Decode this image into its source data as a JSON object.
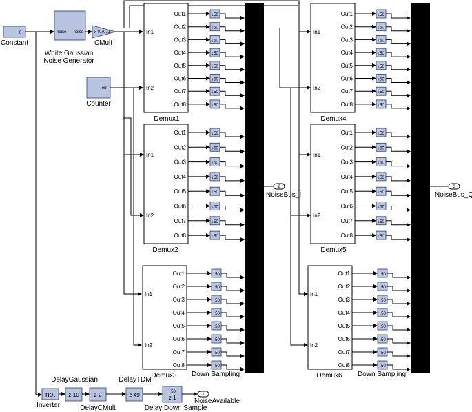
{
  "blocks": {
    "constant": {
      "label": "Constant",
      "port": "0"
    },
    "wgn": {
      "label_line1": "White Gaussian",
      "label_line2": "Noise Generator",
      "port_in": "noise",
      "port_out": "noise"
    },
    "cmult": {
      "label": "CMult",
      "value": "x 0.7071"
    },
    "counter": {
      "label": "Counter",
      "port": "out"
    },
    "inverter": {
      "label": "Inverter",
      "text": "not"
    },
    "delay_gaussian": {
      "label": "DelayGaussian",
      "text": "z-10"
    },
    "delay_cmult": {
      "label": "DelayCMult",
      "text": "z-2"
    },
    "delay_tdm": {
      "label": "DelayTDM",
      "text": "z-49"
    },
    "delay_down": {
      "label": "Delay Down Sample",
      "text_top": "↓50",
      "text_bot": "z-1"
    },
    "noise_available": {
      "label": "NoiseAvailable",
      "port": "1"
    },
    "noisebus_i": {
      "label": "NoiseBus_I",
      "port": "2"
    },
    "noisebus_q": {
      "label": "NoiseBus_Q",
      "port": "3"
    }
  },
  "demux_in1": "In1",
  "demux_in2": "In2",
  "demux_outputs": [
    "Out1",
    "Out2",
    "Out3",
    "Out4",
    "Out5",
    "Out6",
    "Out7",
    "Out8"
  ],
  "demux_labels": [
    "Demux1",
    "Demux2",
    "Demux3",
    "Demux4",
    "Demux5",
    "Demux6"
  ],
  "down_sample_text": "↓50",
  "down_sampling_label": "Down Sampling"
}
